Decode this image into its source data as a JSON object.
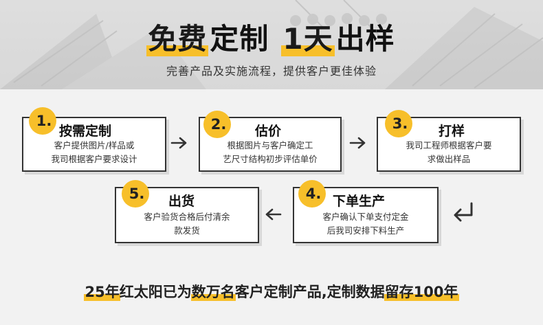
{
  "header": {
    "title_part1": "免费",
    "title_part2": "定制",
    "title_part3": "1天",
    "title_part4": "出样",
    "subtitle": "完善产品及实施流程，提供客户更佳体验"
  },
  "steps": [
    {
      "number": "1.",
      "title": "按需定制",
      "lines": [
        "客户提供图片/样品或",
        "我司根据客户要求设计"
      ]
    },
    {
      "number": "2.",
      "title": "估价",
      "lines": [
        "根据图片与客户确定工",
        "艺尺寸结构初步评估单价"
      ]
    },
    {
      "number": "3.",
      "title": "打样",
      "lines": [
        "我司工程师根据客户要",
        "求做出样品"
      ]
    },
    {
      "number": "4.",
      "title": "下单生产",
      "lines": [
        "客户确认下单支付定金",
        "后我司安排下料生产"
      ]
    },
    {
      "number": "5.",
      "title": "出货",
      "lines": [
        "客户验货合格后付清余",
        "款发货"
      ]
    }
  ],
  "bottom": {
    "part1": "25年",
    "part2": "红太阳已为",
    "part3": "数万名",
    "part4": "客户定制产品,定制数据",
    "part5": "留存100年"
  },
  "colors": {
    "accent": "#f7bf2a",
    "border": "#333333",
    "background": "#f2f2f2"
  }
}
